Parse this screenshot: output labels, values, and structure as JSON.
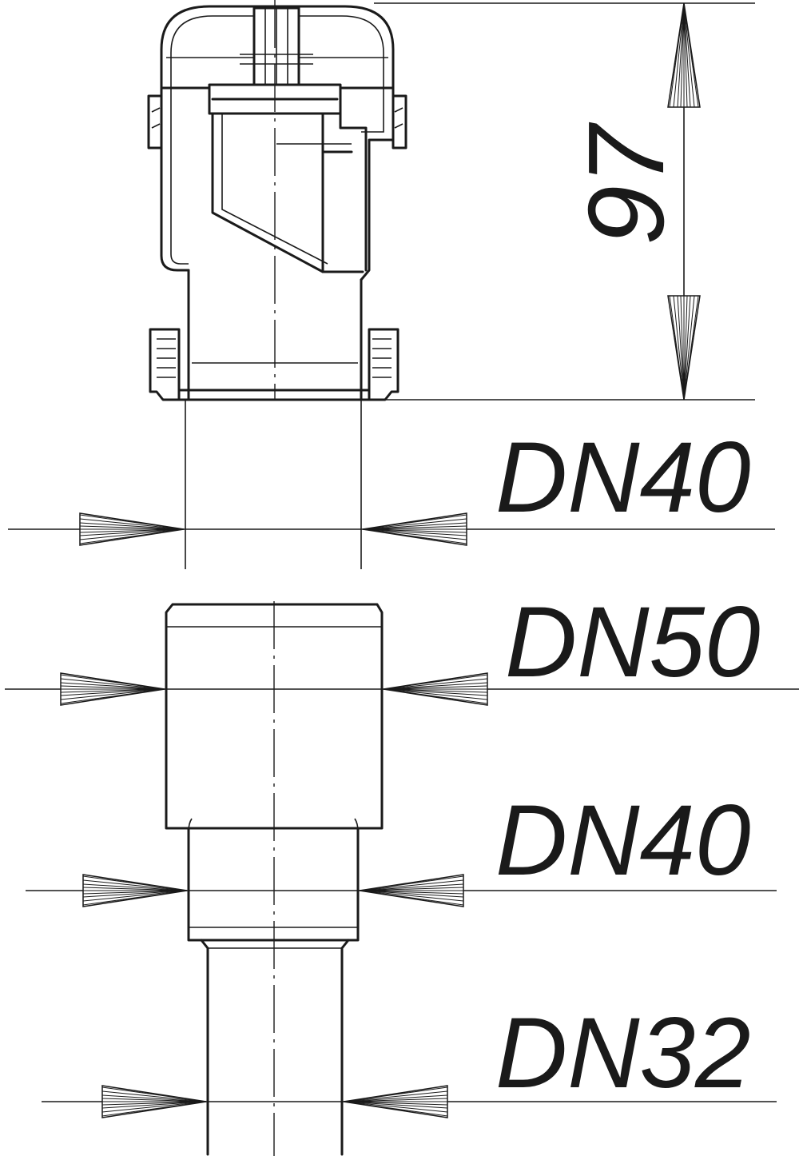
{
  "dimensions": {
    "height_label": "97",
    "top_diameter": "DN40",
    "adapter_large": "DN50",
    "adapter_mid": "DN40",
    "adapter_small": "DN32"
  },
  "colors": {
    "line": "#1a1a1a",
    "background": "#ffffff"
  }
}
